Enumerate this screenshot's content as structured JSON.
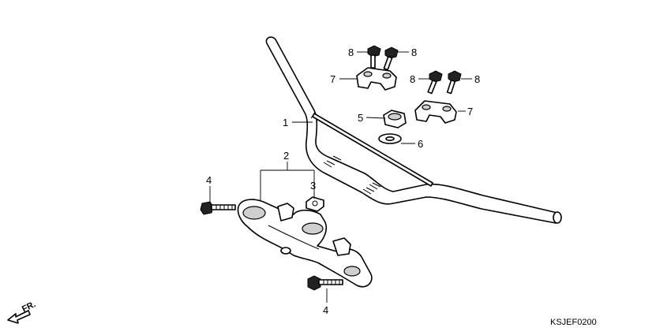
{
  "diagram": {
    "callouts": {
      "c1": "1",
      "c2": "2",
      "c3": "3",
      "c4a": "4",
      "c4b": "4",
      "c5": "5",
      "c6": "6",
      "c7a": "7",
      "c7b": "7",
      "c8a": "8",
      "c8b": "8",
      "c8c": "8",
      "c8d": "8"
    },
    "diagram_code": "KSJEF0200",
    "direction_label": "FR."
  }
}
